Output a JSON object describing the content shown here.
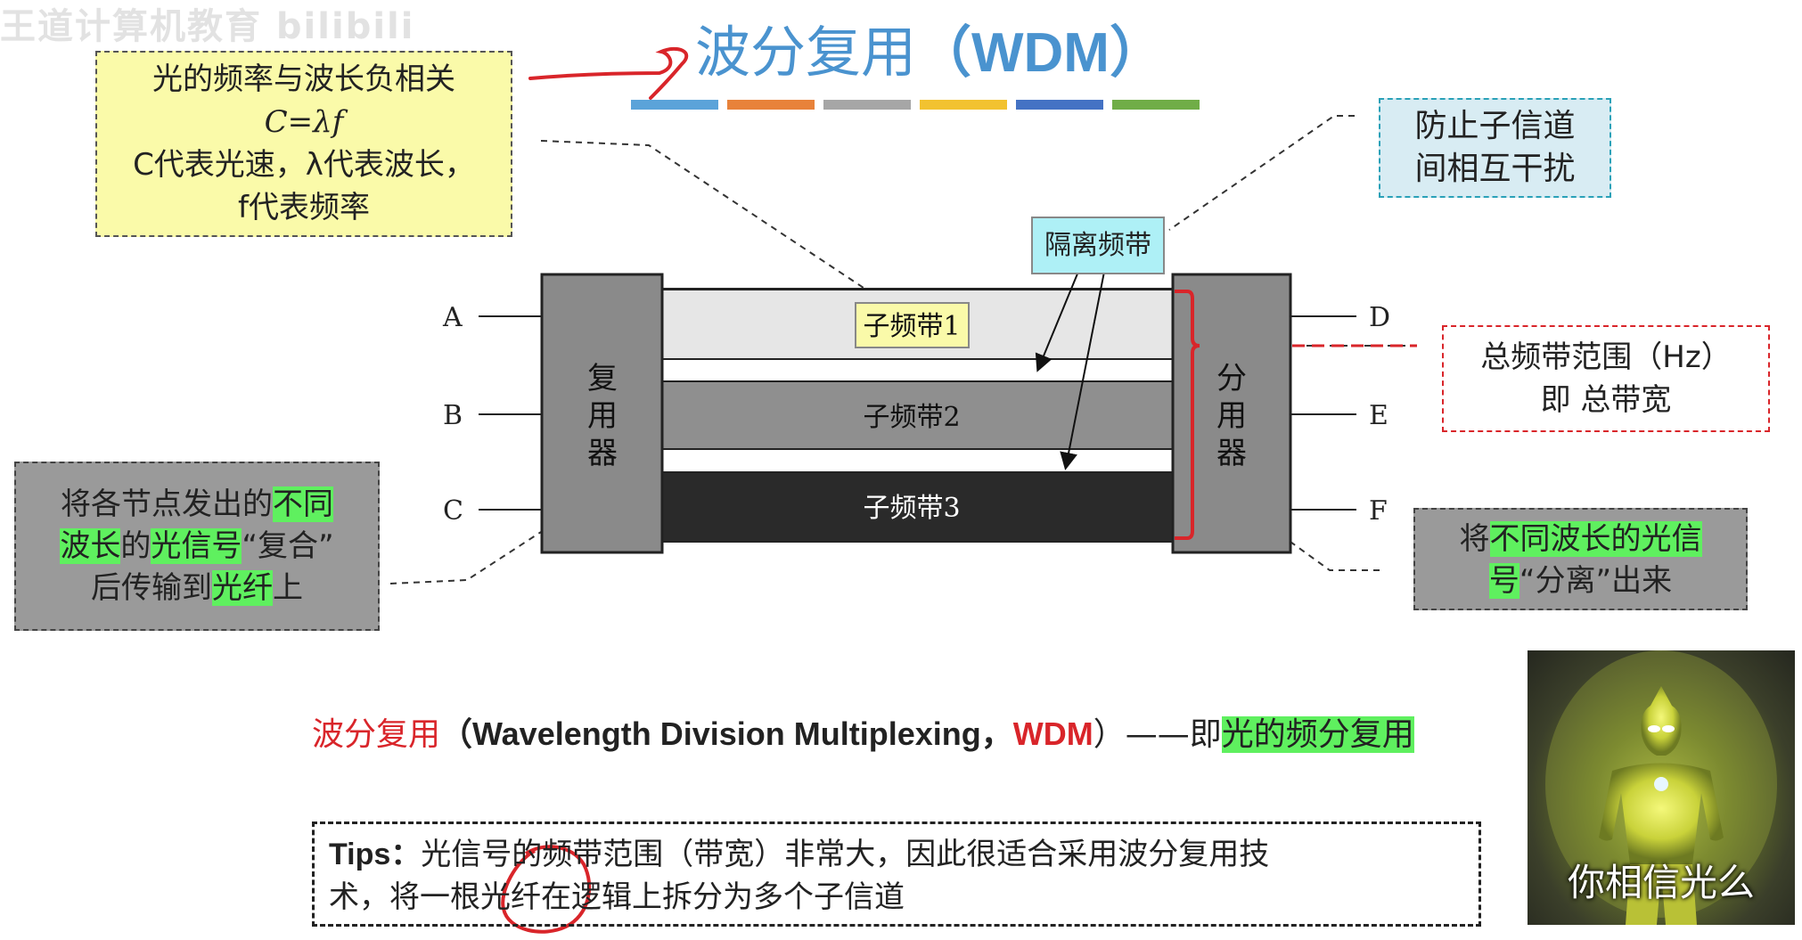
{
  "watermark": "王道计算机教育 bilibili",
  "title": {
    "cn": "波分复用",
    "en": "（WDM）"
  },
  "color_bars": [
    "#5ba3d9",
    "#e8823a",
    "#a6a6a6",
    "#f2c230",
    "#4472c4",
    "#70ad47"
  ],
  "formula_box": {
    "line1": "光的频率与波长负相关",
    "line2": "C=λf",
    "line3": "C代表光速，λ代表波长，",
    "line4": "f代表频率"
  },
  "prevent_box": {
    "line1": "防止子信道",
    "line2": "间相互干扰"
  },
  "guard_band": "隔离频带",
  "total_box": {
    "line1": "总频带范围（Hz）",
    "line2": "即 总带宽"
  },
  "diagram": {
    "inputs": [
      "A",
      "B",
      "C"
    ],
    "outputs": [
      "D",
      "E",
      "F"
    ],
    "mux": [
      "复",
      "用",
      "器"
    ],
    "demux": [
      "分",
      "用",
      "器"
    ],
    "bands": [
      "子频带1",
      "子频带2",
      "子频带3"
    ]
  },
  "mux_box": {
    "l1a": "将各节点发出的",
    "l1b": "不同",
    "l2a": "波长",
    "l2b": "的",
    "l2c": "光信号",
    "l2d": "“复合”",
    "l3a": "后传输到",
    "l3b": "光纤",
    "l3c": "上"
  },
  "demux_box": {
    "l1a": "将",
    "l1b": "不同波长的光信",
    "l2a": "号",
    "l2b": "“分离”出来"
  },
  "wdm_line": {
    "cn": "波分复用",
    "en1": "（Wavelength Division Multiplexing，",
    "abbr": "WDM",
    "en2": "）——即",
    "hl": "光的频分复用"
  },
  "tips": {
    "label": "Tips：",
    "text1": "光信号的频带范围（带宽）非常大，因此很适合采用波分复用技",
    "text2": "术，将一根光纤在逻辑上拆分为多个子信道"
  },
  "meme_caption": "你相信光么"
}
